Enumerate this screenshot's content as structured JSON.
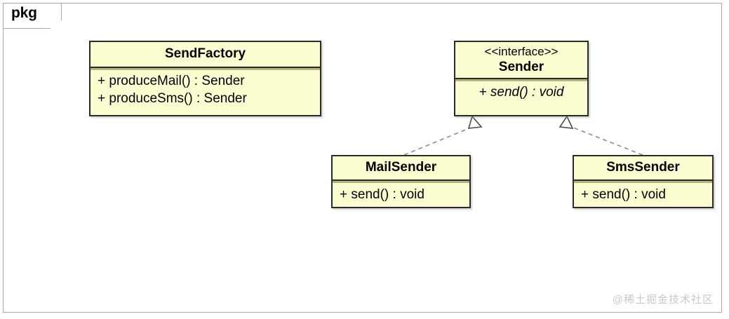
{
  "diagram": {
    "package_label": "pkg",
    "watermark": "@稀土掘金技术社区",
    "colors": {
      "class_fill": "#fdfdd2",
      "class_border": "#2b2b2b",
      "divider": "#b5b57a",
      "frame_border": "#a9a9a9",
      "connector": "#8c8c8c",
      "watermark": "#c9c9c9"
    },
    "classes": [
      {
        "id": "sendfactory",
        "name": "SendFactory",
        "stereotype": "",
        "members": [
          {
            "text": "+ produceMail() : Sender",
            "italic": false
          },
          {
            "text": "+ produceSms() : Sender",
            "italic": false
          }
        ]
      },
      {
        "id": "sender",
        "name": "Sender",
        "stereotype": "<<interface>>",
        "members": [
          {
            "text": "+ send() : void",
            "italic": true
          }
        ]
      },
      {
        "id": "mailsender",
        "name": "MailSender",
        "stereotype": "",
        "members": [
          {
            "text": "+ send() : void",
            "italic": false
          }
        ]
      },
      {
        "id": "smssender",
        "name": "SmsSender",
        "stereotype": "",
        "members": [
          {
            "text": "+ send() : void",
            "italic": false
          }
        ]
      }
    ],
    "relationships": [
      {
        "type": "realization",
        "from": "MailSender",
        "to": "Sender",
        "style": "dashed",
        "arrowhead": "hollow-triangle"
      },
      {
        "type": "realization",
        "from": "SmsSender",
        "to": "Sender",
        "style": "dashed",
        "arrowhead": "hollow-triangle"
      }
    ]
  }
}
